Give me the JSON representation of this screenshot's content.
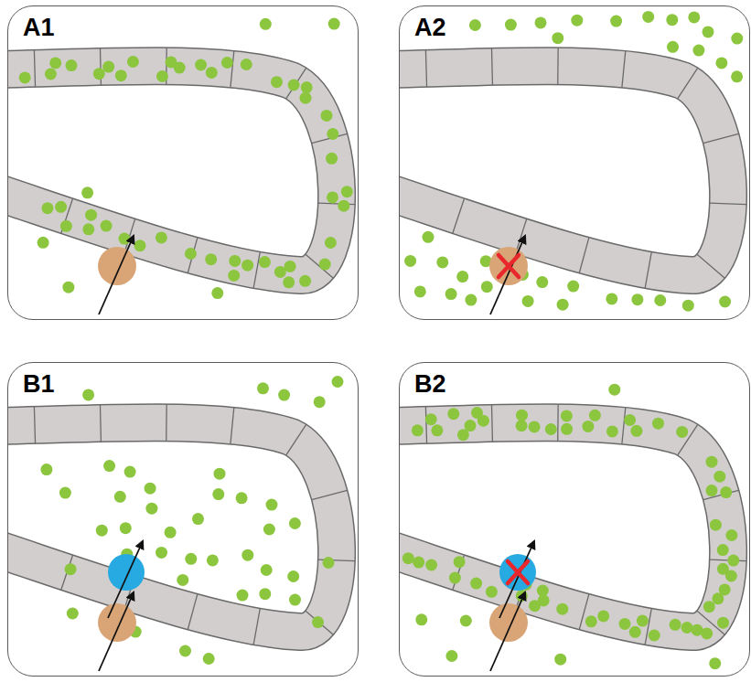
{
  "diagram": {
    "nodes": [
      {
        "text": [
          "A1"
        ]
      },
      {
        "text": [
          "A2"
        ]
      },
      {
        "text": [
          "B1"
        ]
      },
      {
        "text": [
          "B2"
        ]
      }
    ]
  }
}
